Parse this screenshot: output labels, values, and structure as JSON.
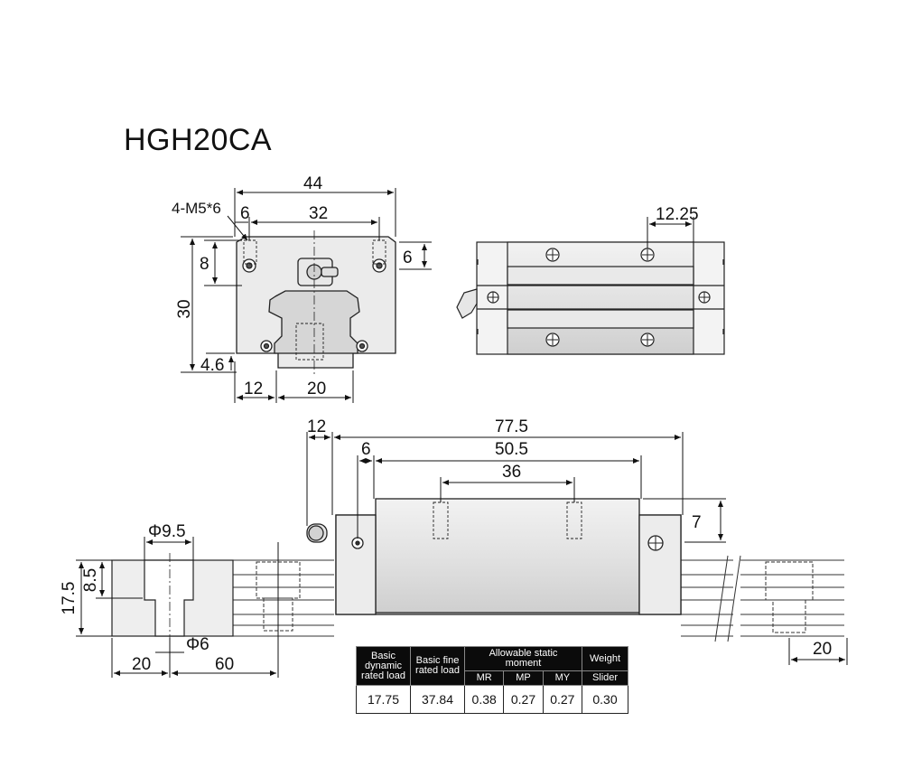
{
  "title": "HGH20CA",
  "front_view": {
    "dims": {
      "width": "44",
      "hole_spacing": "32",
      "hole_offset": "6",
      "thread": "4-M5*6",
      "height": "30",
      "hole_depth": "8",
      "grease_height": "6",
      "bottom_clearance": "4.6",
      "rail_offset": "12",
      "rail_width": "20"
    }
  },
  "top_view": {
    "dims": {
      "end_offset": "12.25"
    }
  },
  "side_view": {
    "dims": {
      "nipple": "12",
      "total_length": "77.5",
      "end_gap": "6",
      "body_length": "50.5",
      "hole_pitch": "36",
      "cap_height": "7"
    }
  },
  "rail_section": {
    "dims": {
      "counterbore": "Φ9.5",
      "height": "17.5",
      "bore_depth": "8.5",
      "through_hole": "Φ6",
      "half_pitch": "20",
      "pitch": "60",
      "end_pitch": "20"
    }
  },
  "spec_table": {
    "headers": {
      "dynamic": [
        "Basic",
        "dynamic",
        "rated load"
      ],
      "static": [
        "Basic fine",
        "rated load"
      ],
      "moment": [
        "Allowable static",
        "moment"
      ],
      "weight": "Weight",
      "mr": "MR",
      "mp": "MP",
      "my": "MY",
      "slider": "Slider"
    },
    "values": {
      "dynamic": "17.75",
      "static": "37.84",
      "mr": "0.38",
      "mp": "0.27",
      "my": "0.27",
      "weight": "0.30"
    }
  }
}
